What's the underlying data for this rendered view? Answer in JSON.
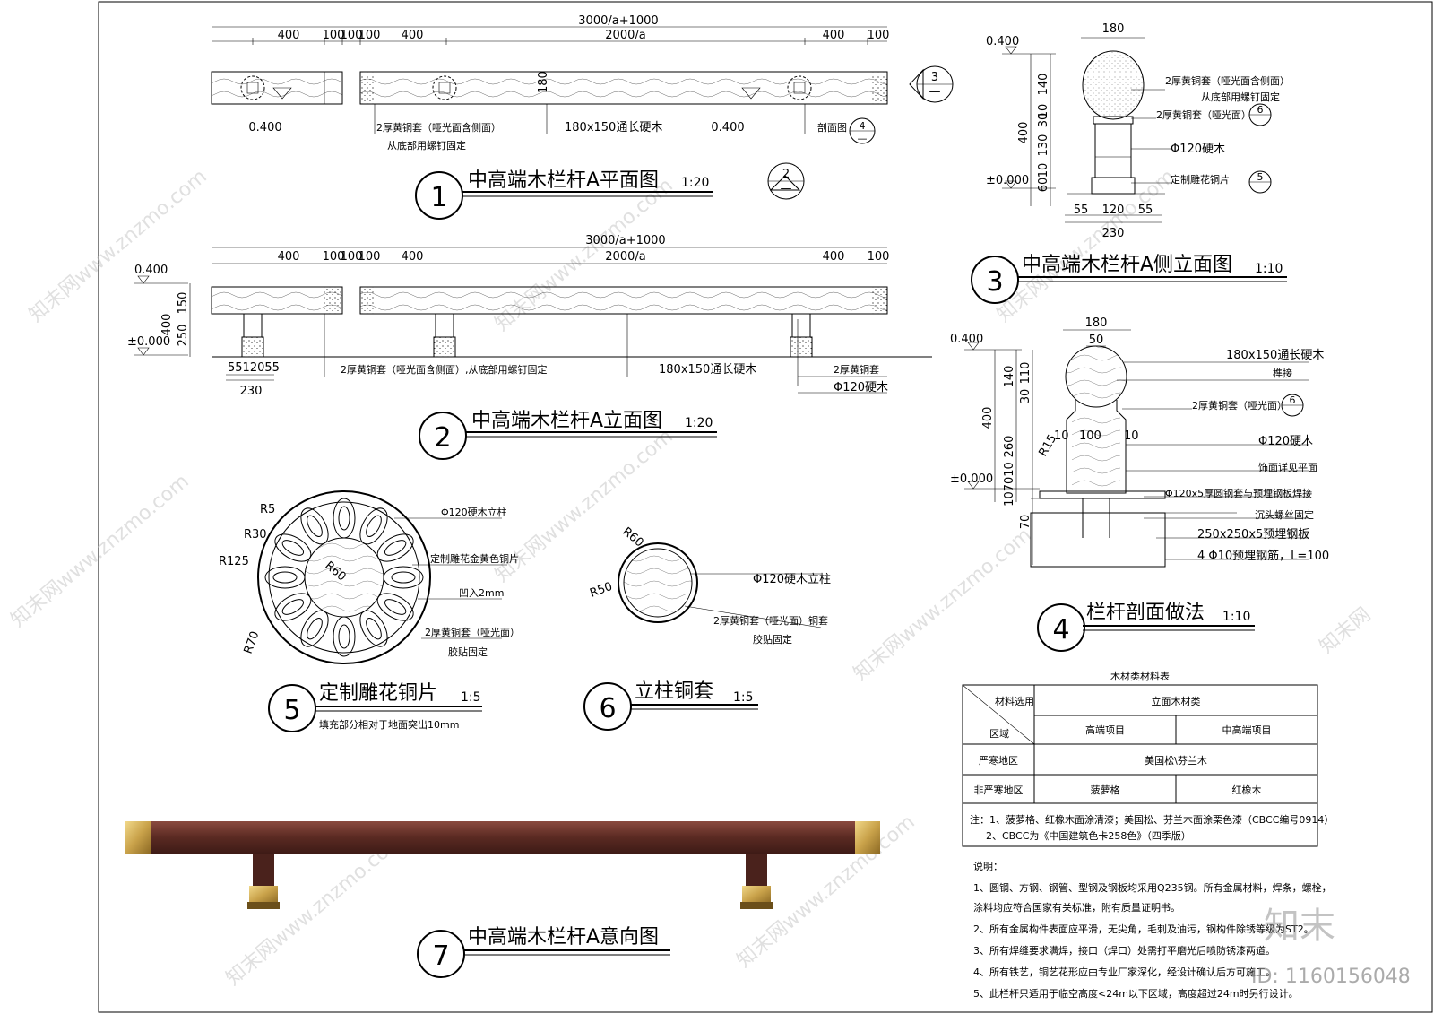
{
  "titles": {
    "t1": {
      "num": "1",
      "text": "中高端木栏杆A平面图",
      "scale": "1:20"
    },
    "t2": {
      "num": "2",
      "text": "中高端木栏杆A立面图",
      "scale": "1:20"
    },
    "t3": {
      "num": "3",
      "text": "中高端木栏杆A侧立面图",
      "scale": "1:10"
    },
    "t4": {
      "num": "4",
      "text": "栏杆剖面做法",
      "scale": "1:10"
    },
    "t5": {
      "num": "5",
      "text": "定制雕花铜片",
      "scale": "1:5"
    },
    "t6": {
      "num": "6",
      "text": "立柱铜套",
      "scale": "1:5"
    },
    "t7": {
      "num": "7",
      "text": "中高端木栏杆A意向图"
    }
  },
  "plan": {
    "total": "3000/a+1000",
    "d400": "400",
    "d100": "100",
    "d2000": "2000/a",
    "d180": "180",
    "lev": "0.400",
    "n1": "2厚黄铜套（哑光面含侧面）",
    "n1b": "从底部用螺钉固定",
    "n2": "180x150通长硬木",
    "n3": "剖面图",
    "ref_a": "3",
    "ref_b": "4",
    "ref_c": "2",
    "dash": "—"
  },
  "elev": {
    "lev_top": "0.400",
    "lev_zero": "±0.000",
    "d150": "150",
    "d250": "250",
    "d400": "400",
    "d551": "5512055",
    "d230": "230",
    "n1": "2厚黄铜套（哑光面含侧面）,从底部用螺钉固定",
    "n2": "180x150通长硬木",
    "n3": "2厚黄铜套",
    "n4": "Φ120硬木"
  },
  "side": {
    "lev_top": "0.400",
    "lev_zero": "±0.000",
    "d180": "180",
    "d140": "140",
    "d10": "10",
    "d30": "30",
    "d130": "130",
    "d400": "400",
    "d60": "60",
    "d55": "55",
    "d120": "120",
    "d230": "230",
    "n1": "2厚黄铜套（哑光面含侧面）",
    "n1b": "从底部用螺钉固定",
    "n2": "2厚黄铜套（哑光面）",
    "n3": "Φ120硬木",
    "n4": "定制雕花铜片",
    "ref6": "6",
    "ref5": "5"
  },
  "section": {
    "lev_top": "0.400",
    "lev_zero": "±0.000",
    "d180": "180",
    "d50": "50",
    "d140": "140",
    "d110": "110",
    "d30": "30",
    "d400": "400",
    "d260": "260",
    "d10": "10",
    "d100": "100",
    "d70": "70",
    "d107010": "107010",
    "r15": "R15",
    "n1": "180x150通长硬木",
    "n2": "榫接",
    "n3": "2厚黄铜套（哑光面）",
    "n4": "Φ120硬木",
    "n5": "饰面详见平面",
    "n6": "Φ120x5厚圆钢套与预埋钢板焊接",
    "n7": "沉头螺丝固定",
    "n8": "250x250x5预埋钢板",
    "n9": "4 Φ10预埋钢筋，L=100",
    "ref6": "6"
  },
  "d5": {
    "r5": "R5",
    "r30": "R30",
    "r125": "R125",
    "r60": "R60",
    "r70": "R70",
    "n1": "Φ120硬木立柱",
    "n2": "定制雕花金黄色铜片",
    "n3": "凹入2mm",
    "n4": "2厚黄铜套（哑光面）",
    "n5": "胶贴固定",
    "sub": "填充部分相对于地面突出10mm"
  },
  "d6": {
    "r60": "R60",
    "r50": "R50",
    "n1": "Φ120硬木立柱",
    "n2": "2厚黄铜套（哑光面）铜套",
    "n3": "胶贴固定"
  },
  "table": {
    "caption": "木材类材料表",
    "h_mat": "材料选用",
    "h_area": "区域",
    "h_wood": "立面木材类",
    "c_high": "高端项目",
    "c_mid": "中高端项目",
    "r1": "严寒地区",
    "r1v": "美国松\\芬兰木",
    "r2": "非严寒地区",
    "r2a": "菠萝格",
    "r2b": "红橡木",
    "note1": "注：1、菠萝格、红橡木面涂清漆；美国松、芬兰木面涂栗色漆（CBCC编号0914）",
    "note2": "2、CBCC为《中国建筑色卡258色》（四季版）"
  },
  "notes": {
    "head": "说明：",
    "l1": "1、圆钢、方钢、钢管、型钢及钢板均采用Q235钢。所有金属材料，焊条，螺栓，",
    "l1b": "涂料均应符合国家有关标准，附有质量证明书。",
    "l2": "2、所有金属构件表面应平滑，无尖角，毛刺及油污，钢构件除锈等级为ST2。",
    "l3": "3、所有焊缝要求满焊，接口（焊口）处需打平磨光后喷防锈漆两道。",
    "l4": "4、所有铁艺，铜艺花形应由专业厂家深化，经设计确认后方可施工。",
    "l5": "5、此栏杆只适用于临空高度<24m以下区域，高度超过24m时另行设计。"
  },
  "brand": {
    "logo": "知末",
    "id": "ID: 1160156048"
  },
  "colors": {
    "wood": "#5a2a22",
    "brass": "#c9a24a"
  }
}
